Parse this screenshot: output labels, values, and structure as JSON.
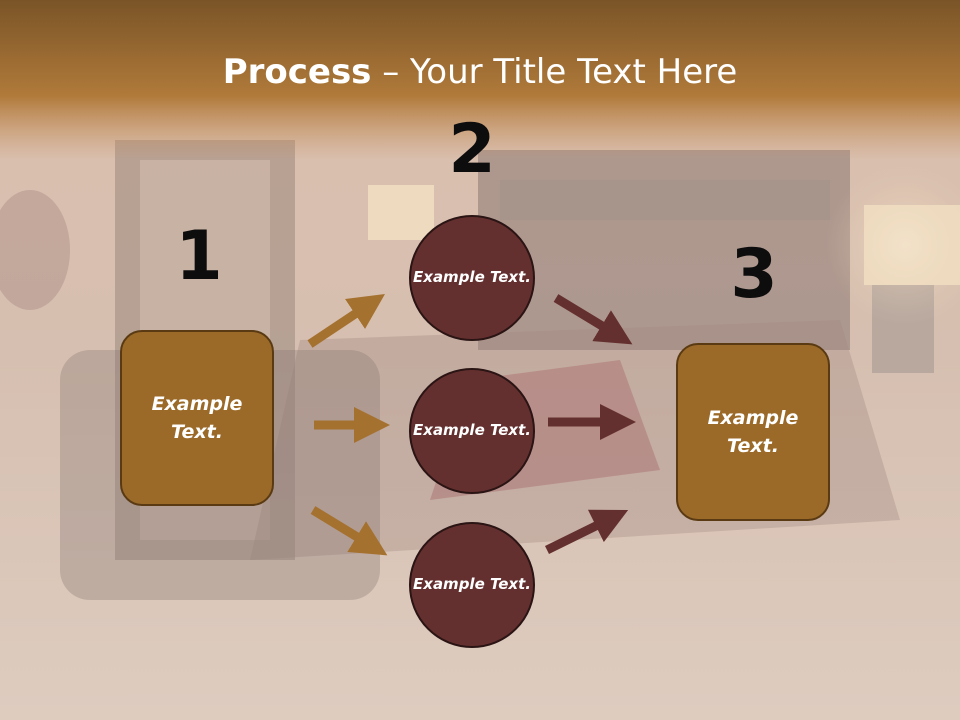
{
  "title": {
    "bold": "Process",
    "rest": " – Your Title Text Here"
  },
  "steps": {
    "one": "1",
    "two": "2",
    "three": "3"
  },
  "nodes": {
    "left_box": "Example Text.",
    "circle_top": "Example Text.",
    "circle_middle": "Example Text.",
    "circle_bottom": "Example Text.",
    "right_box": "Example Text."
  },
  "colors": {
    "header_band": "#a8742f",
    "box_fill": "#9b6a29",
    "circle_fill": "#64302f",
    "arrow_brown": "#a5712f",
    "arrow_maroon": "#64302f"
  }
}
